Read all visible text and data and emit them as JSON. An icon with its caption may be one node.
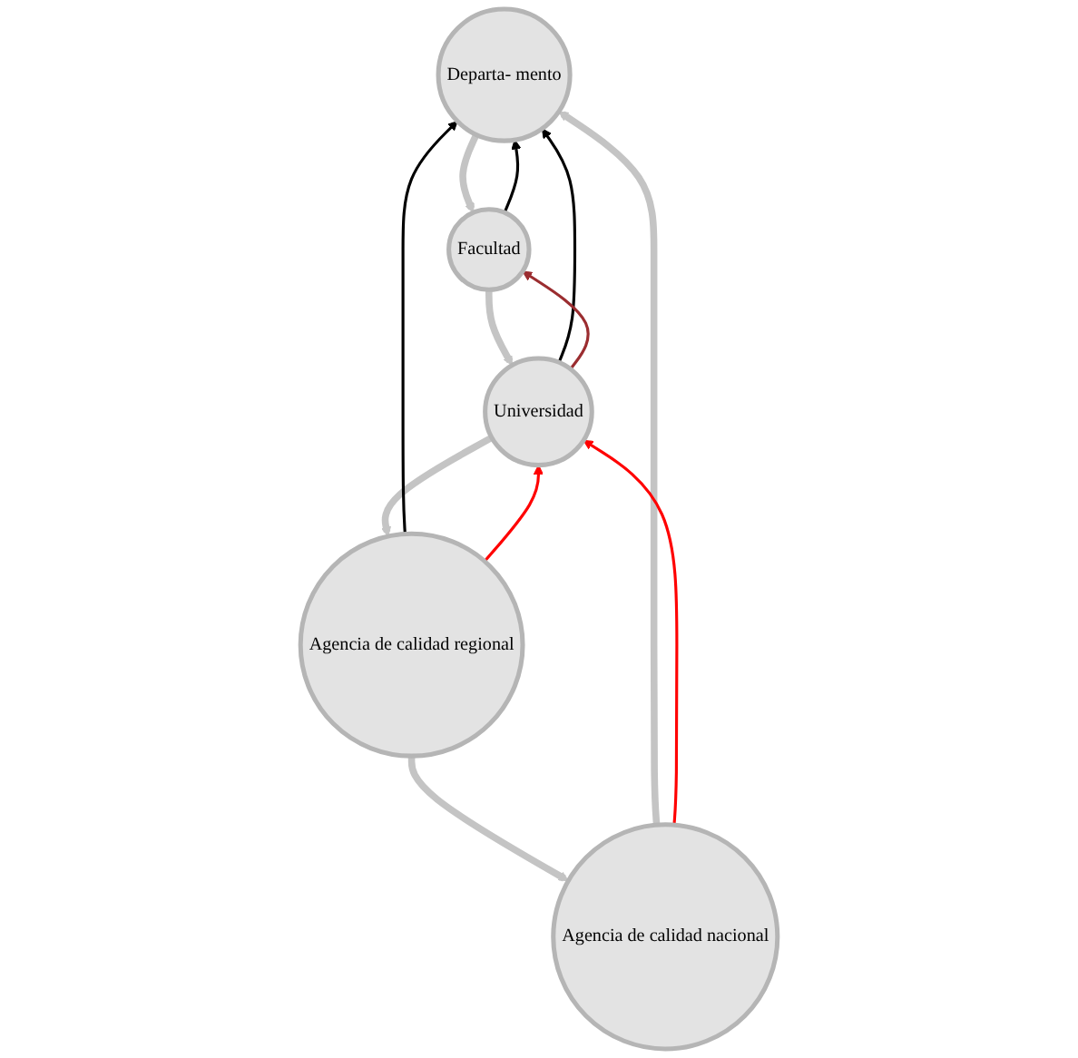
{
  "diagram": {
    "nodes": [
      {
        "text": [
          "Departa- mento"
        ]
      },
      {
        "text": [
          "Facultad"
        ]
      },
      {
        "text": [
          "Universidad"
        ]
      },
      {
        "text": [
          "Agencia de calidad regional"
        ]
      },
      {
        "text": [
          "Agencia de calidad nacional"
        ]
      }
    ],
    "edges": [
      {
        "from": 0,
        "to": 1,
        "arrow": "to",
        "style": "thick"
      },
      {
        "from": 1,
        "to": 2,
        "arrow": "to",
        "style": "thick"
      },
      {
        "from": 2,
        "to": 3,
        "arrow": "to",
        "style": "thick"
      },
      {
        "from": 3,
        "to": 4,
        "arrow": "to",
        "style": "thick"
      },
      {
        "from": 4,
        "to": 0,
        "arrow": "to",
        "style": "thick"
      },
      {
        "from": 1,
        "to": 0,
        "arrow": "to",
        "color": "#000000"
      },
      {
        "from": 2,
        "to": 0,
        "arrow": "to",
        "color": "#000000"
      },
      {
        "from": 3,
        "to": 0,
        "arrow": "to",
        "color": "#000000"
      },
      {
        "from": 4,
        "to": 2,
        "arrow": "to",
        "color": "#ff0000"
      },
      {
        "from": 3,
        "to": 2,
        "arrow": "to",
        "color": "#ff0000"
      },
      {
        "from": 2,
        "to": 1,
        "arrow": "to",
        "color": "#9b2d30"
      }
    ]
  }
}
